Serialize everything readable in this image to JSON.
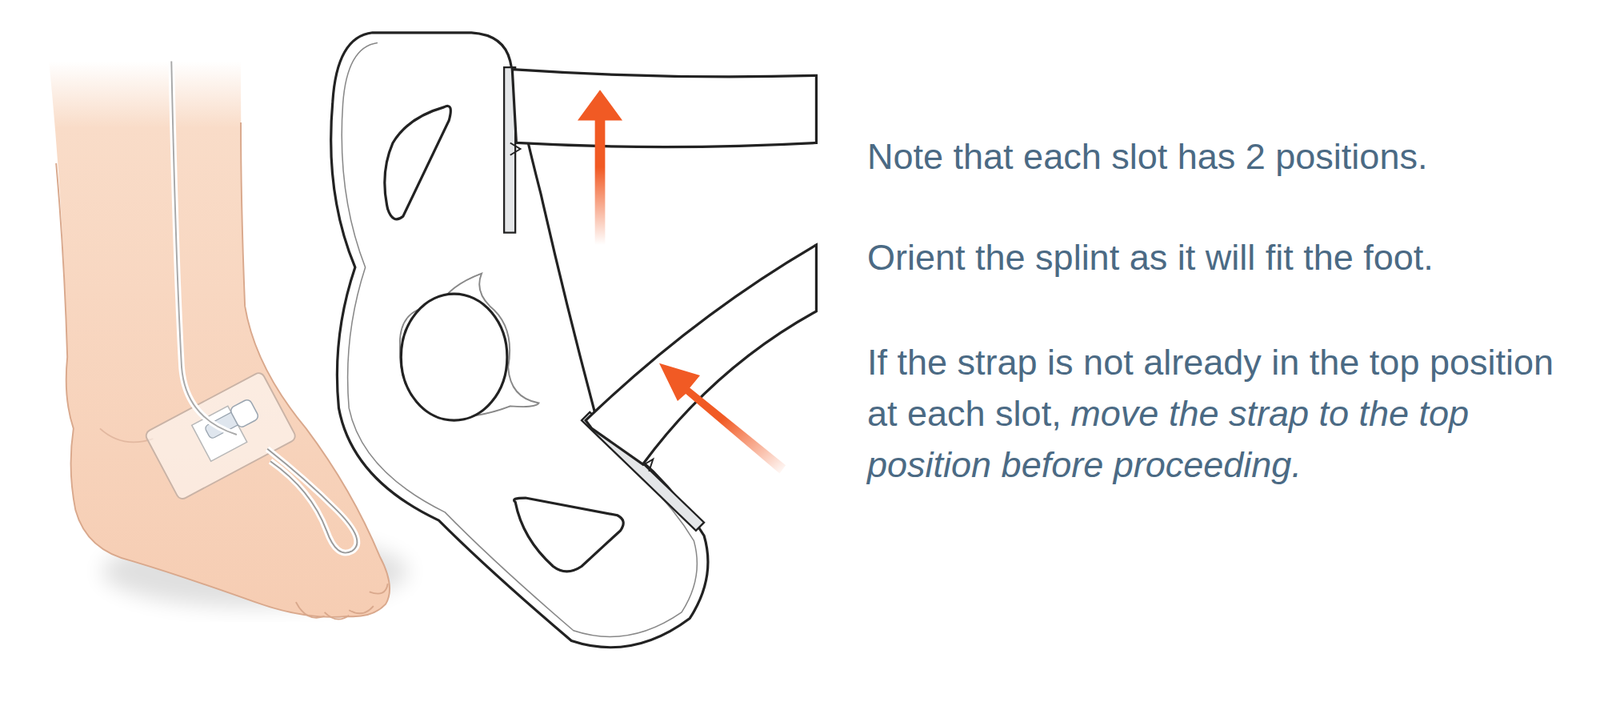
{
  "diagram": {
    "labels": [
      "Note that each slot has 2 positions.",
      "Orient the splint as it will fit the foot.",
      "If the strap is not already in the top position at each slot,",
      "move the strap to the top position before proceeding."
    ]
  }
}
